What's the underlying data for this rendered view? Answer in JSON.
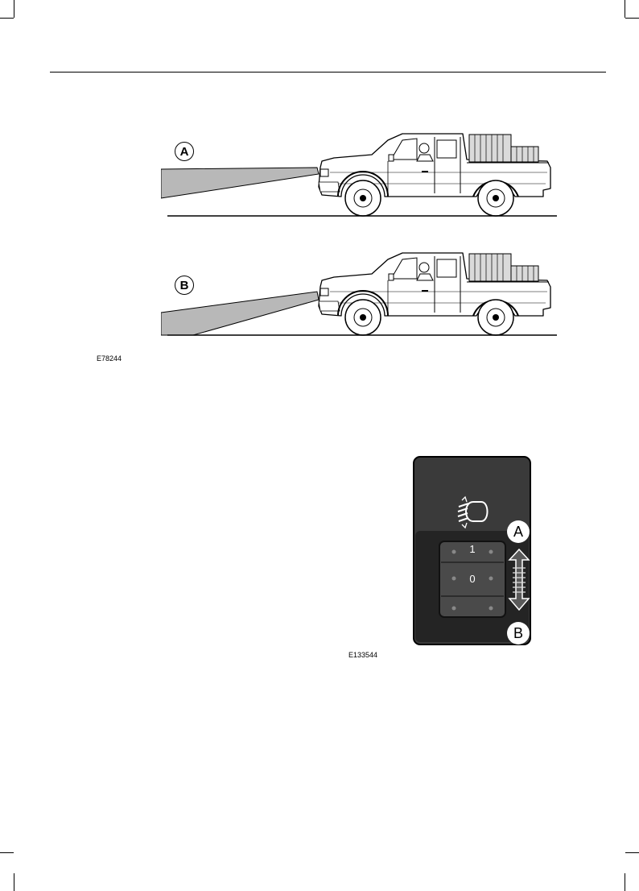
{
  "figure1": {
    "code": "E78244",
    "callouts": [
      "A",
      "B"
    ]
  },
  "figure2": {
    "code": "E133544",
    "callouts": [
      "A",
      "B"
    ],
    "dial_marks": [
      "1",
      "0"
    ],
    "icon": "headlamp-leveling-icon"
  },
  "colors": {
    "beam": "#b8b8b8",
    "panel": "#3a3a3a",
    "panel_dark": "#242424",
    "dial": "#4a4a4a"
  }
}
